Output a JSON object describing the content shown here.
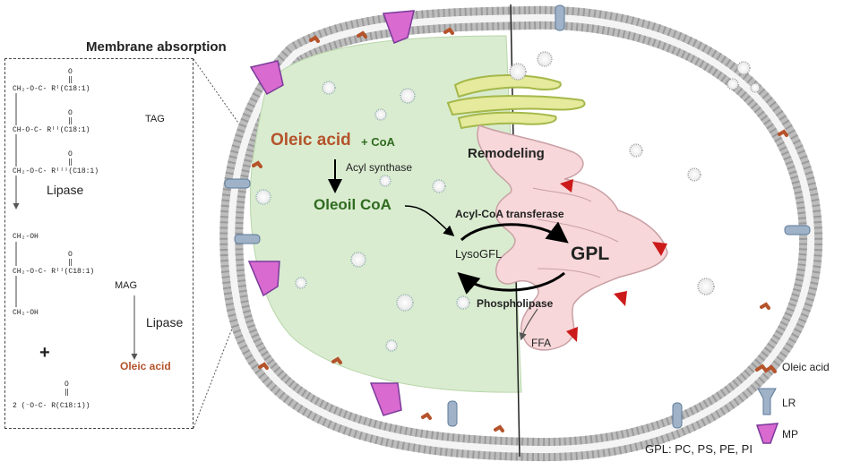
{
  "panel": {
    "title": "Membrane absorption",
    "tag_label": "TAG",
    "mag_label": "MAG",
    "lipase_1": "Lipase",
    "lipase_2": "Lipase",
    "plus": "+",
    "oleic_out": "Oleic acid",
    "tag_lines": [
      "O",
      "‖",
      "CH₂-O-C- Rᴵ(C18:1)",
      "O",
      "‖",
      "CH-O-C- Rᴵᴵ(C18:1)",
      "O",
      "‖",
      "CH₂-O-C- Rᴵᴵᴵ(C18:1)"
    ],
    "mag_lines": [
      "CH₂-OH",
      "O",
      "‖",
      "CH₂-O-C- Rᴵᴵ(C18:1)",
      "CH₂-OH"
    ],
    "ffa_lines": [
      "O",
      "‖",
      "2 (⁻O-C- R(C18:1))"
    ]
  },
  "pathway": {
    "oleic_acid": "Oleic acid",
    "coa": "+ CoA",
    "acyl_synthase": "Acyl synthase",
    "oleoil_coa": "Oleoil CoA",
    "remodeling": "Remodeling",
    "acyl_transferase": "Acyl-CoA transferase",
    "lysogfl": "LysoGFL",
    "gpl": "GPL",
    "phospholipase": "Phospholipase",
    "ffa": "FFA"
  },
  "legend": {
    "items": [
      {
        "label": "Oleic acid",
        "icon": "oleic-acid-icon"
      },
      {
        "label": "LR",
        "icon": "lipid-raft-icon"
      },
      {
        "label": "MP",
        "icon": "membrane-protein-icon"
      }
    ],
    "footnote": "GPL: PC, PS, PE, PI"
  },
  "colors": {
    "oleic": "#b5532b",
    "oleoil": "#2f6b1f",
    "cytoplasm": "#d9ecd0",
    "er": "#f7d7d9",
    "golgi": "#e6ea9c",
    "mp": "#d86ad0",
    "lr": "#9fb2c8",
    "head": "#c8c8c8"
  }
}
